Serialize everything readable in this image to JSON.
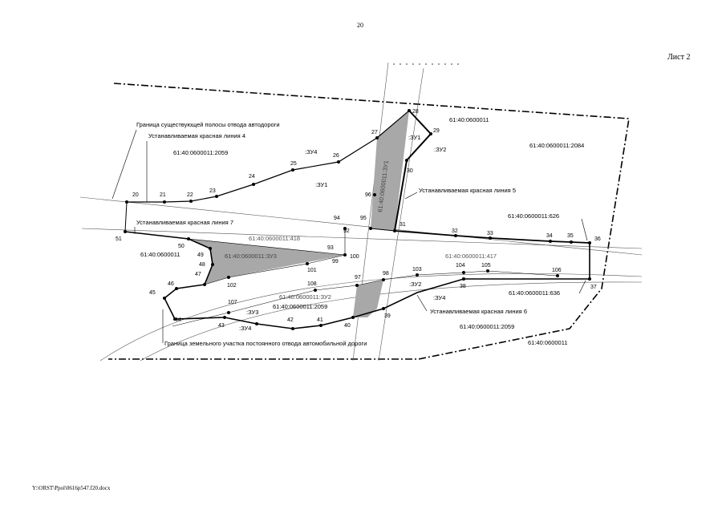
{
  "page_number": "20",
  "sheet_label": "Лист 2",
  "footer_path": "Y:\\ORST\\Ppol\\0616p547.f20.docx",
  "legend": {
    "road_strip": "Граница существующей полосы отвода автодороги",
    "red_line_4": "Устанавливаемая красная линия 4",
    "red_line_5": "Устанавливаемая красная линия 5",
    "red_line_6": "Устанавливаемая красная линия 6",
    "red_line_7": "Устанавливаемая красная линия 7",
    "permanent_plot": "Граница земельного участка постоянного отвода автомобильной дороги"
  },
  "parcels": {
    "p2059_top": "61:40:0600011:2059",
    "p_top": "61:40:0600011",
    "p2084": "61:40:0600011:2084",
    "p626": "61:40:0600011:626",
    "p418": "61:40:0600011:418",
    "p_left": "61:40:0600011",
    "p417": "61:40:0600011:417",
    "p636": "61:40:0600011:636",
    "p2059_mid": "61:40:0600011:2059",
    "p2059_bot": "61:40:0600011:2059",
    "p_bot": "61:40:0600011",
    "zu1_strip": "61:40:0600011:ЗУ1",
    "zu3_zone": "61:40:0600011:ЗУ3",
    "zu2_zone": "61:40:0600011:ЗУ2"
  },
  "zones": {
    "zu4_top": ":ЗУ4",
    "zu1_mid": ":ЗУ1",
    "zu1_right": ":ЗУ1",
    "zu2_top": ":ЗУ2",
    "zu2_bot": ":ЗУ2",
    "zu4_right": ":ЗУ4",
    "zu3_bot": ":ЗУ3",
    "zu4_bot": ":ЗУ4"
  },
  "points": {
    "p20": "20",
    "p21": "21",
    "p22": "22",
    "p23": "23",
    "p24": "24",
    "p25": "25",
    "p26": "26",
    "p27": "27",
    "p28": "28",
    "p29": "29",
    "p30": "30",
    "p96": "96",
    "p95": "95",
    "p94": "94",
    "p92": "92",
    "p31": "31",
    "p32": "32",
    "p33": "33",
    "p34": "34",
    "p35": "35",
    "p36": "36",
    "p51": "51",
    "p50": "50",
    "p49": "49",
    "p48": "48",
    "p47": "47",
    "p46": "46",
    "p45": "45",
    "p102": "102",
    "p101": "101",
    "p93": "93",
    "p99": "99",
    "p100": "100",
    "p44": "44",
    "p43": "43",
    "p42": "42",
    "p41": "41",
    "p40": "40",
    "p39": "39",
    "p38": "38",
    "p37": "37",
    "p97": "97",
    "p98": "98",
    "p103": "103",
    "p104": "104",
    "p105": "105",
    "p106": "106",
    "p107": "107",
    "p108": "108"
  }
}
